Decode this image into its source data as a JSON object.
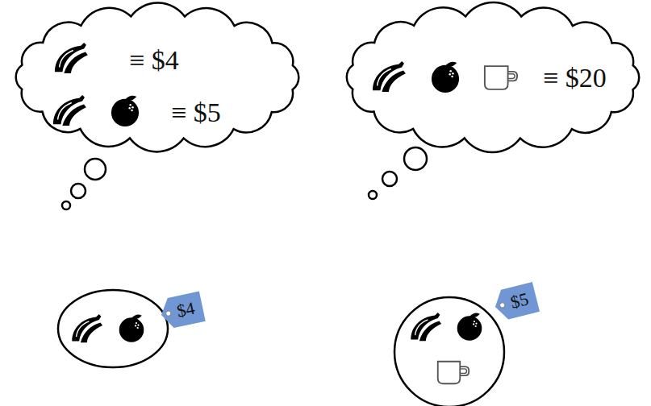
{
  "diagram": {
    "nodes": [
      {
        "text": [
          "≡ $4",
          "≡ $5"
        ]
      },
      {
        "text": [
          "≡ $20"
        ]
      },
      {
        "text": [
          "$4"
        ]
      },
      {
        "text": [
          "$5"
        ]
      }
    ]
  }
}
